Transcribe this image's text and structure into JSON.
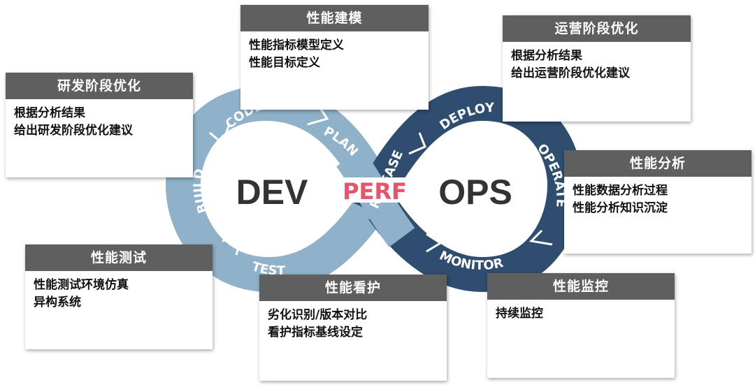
{
  "center": {
    "left_label": "DEV",
    "right_label": "OPS",
    "middle_label": "PERF"
  },
  "loop_labels": {
    "code": "CODE",
    "plan": "PLAN",
    "build": "BUILD",
    "test": "TEST",
    "release": "RELEASE",
    "deploy": "DEPLOY",
    "operate": "OPERATE",
    "monitor": "MONITOR"
  },
  "colors": {
    "dev_loop": "#8fb1c9",
    "ops_loop": "#2f4d6e",
    "perf_text": "#e8546b",
    "card_header": "#5f5f5f"
  },
  "cards": {
    "modeling": {
      "title": "性能建模",
      "lines": [
        "性能指标模型定义",
        "性能目标定义"
      ]
    },
    "ops_optimize": {
      "title": "运营阶段优化",
      "lines": [
        "根据分析结果",
        "给出运营阶段优化建议"
      ]
    },
    "dev_optimize": {
      "title": "研发阶段优化",
      "lines": [
        "根据分析结果",
        "给出研发阶段优化建议"
      ]
    },
    "analysis": {
      "title": "性能分析",
      "lines": [
        "性能数据分析过程",
        "性能分析知识沉淀"
      ]
    },
    "testing": {
      "title": "性能测试",
      "lines": [
        "性能测试环境仿真",
        "异构系统"
      ]
    },
    "guard": {
      "title": "性能看护",
      "lines": [
        "劣化识别/版本对比",
        "看护指标基线设定"
      ]
    },
    "monitoring": {
      "title": "性能监控",
      "lines": [
        "持续监控"
      ]
    }
  }
}
